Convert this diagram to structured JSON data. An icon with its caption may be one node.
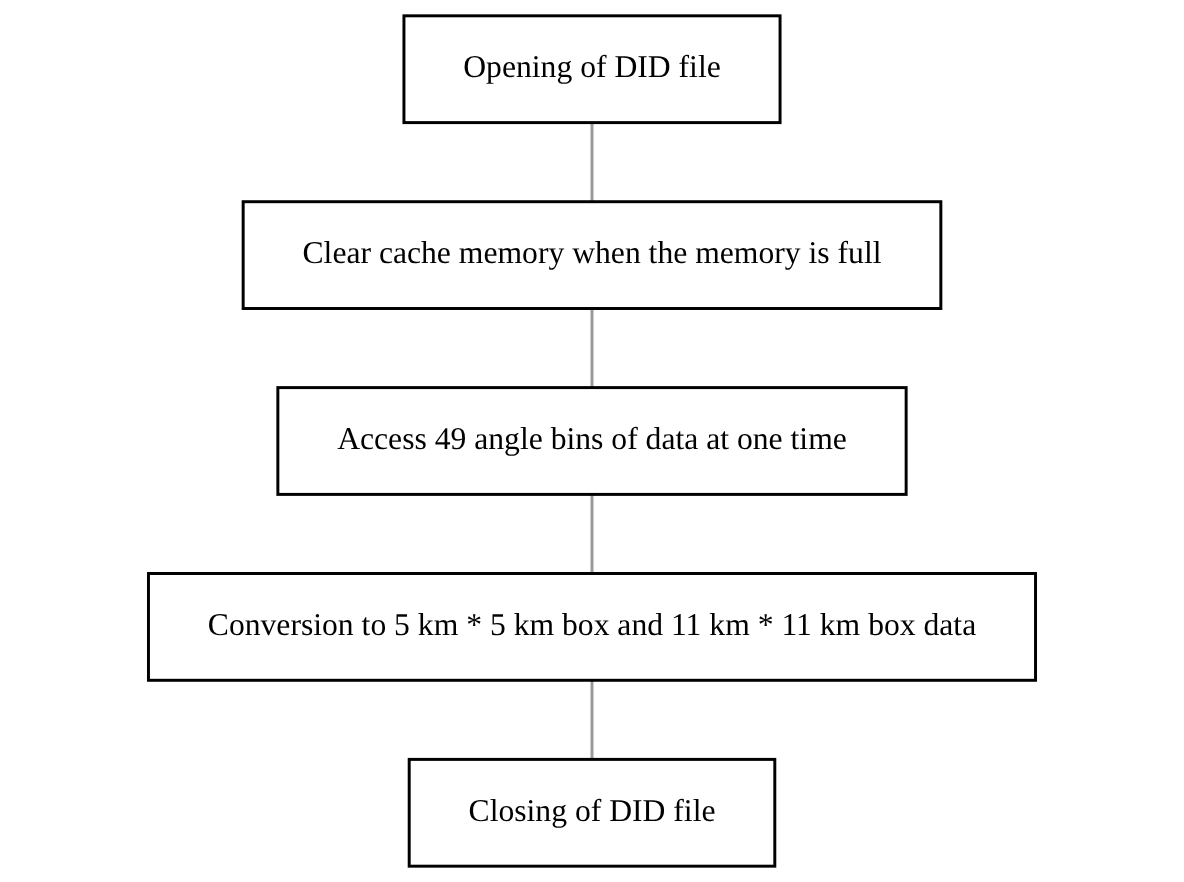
{
  "diagram": {
    "nodes": [
      {
        "text": [
          "Opening of DID file"
        ]
      },
      {
        "text": [
          "Clear cache memory when the memory is full"
        ]
      },
      {
        "text": [
          "Access 49 angle bins of data at one time"
        ]
      },
      {
        "text": [
          "Conversion to 5 km * 5 km box and 11 km * 11 km box data"
        ]
      },
      {
        "text": [
          "Closing of DID file"
        ]
      }
    ],
    "edges": [
      {
        "from": 0,
        "to": 1,
        "arrow": "none"
      },
      {
        "from": 1,
        "to": 2,
        "arrow": "none"
      },
      {
        "from": 2,
        "to": 3,
        "arrow": "none"
      },
      {
        "from": 3,
        "to": 4,
        "arrow": "none"
      }
    ]
  }
}
